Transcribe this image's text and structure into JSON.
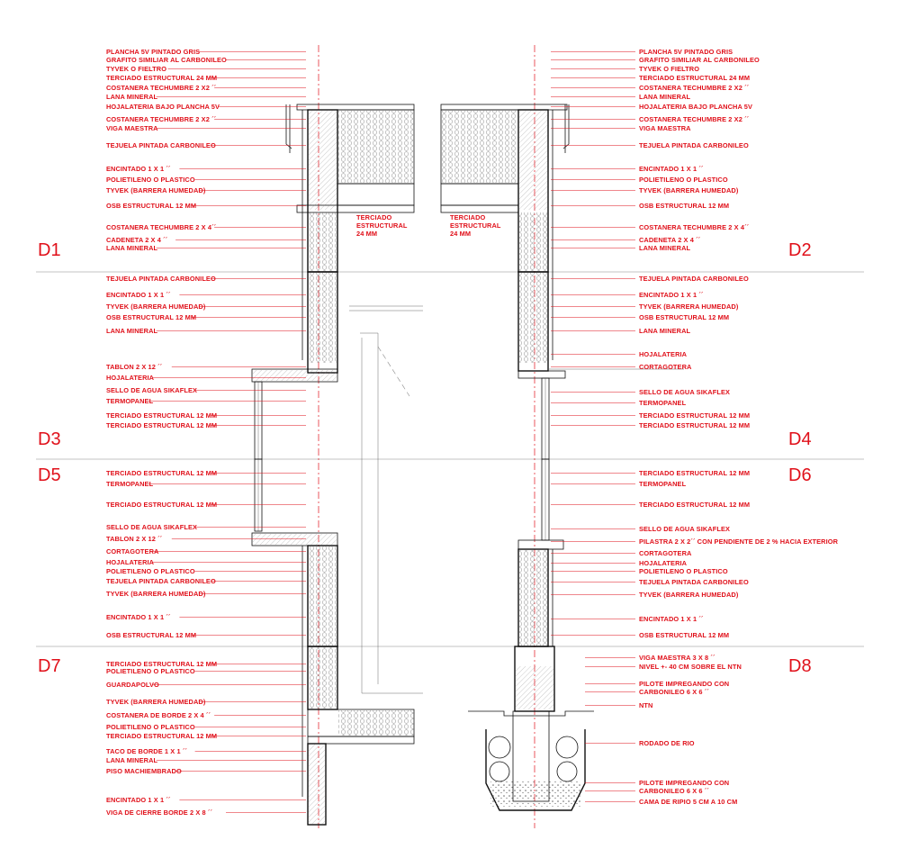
{
  "details": [
    {
      "tag": "D1",
      "side": "left",
      "labels": [
        "PLANCHA 5V PINTADO GRIS",
        "GRAFITO SIMILIAR AL CARBONILEO",
        "TYVEK O FIELTRO",
        "TERCIADO ESTRUCTURAL 24 MM",
        "COSTANERA TECHUMBRE 2 X2 ´´",
        "LANA MINERAL",
        "HOJALATERIA BAJO  PLANCHA 5V",
        "COSTANERA TECHUMBRE 2 X2 ´´",
        "VIGA MAESTRA",
        "TEJUELA PINTADA CARBONILEO",
        "ENCINTADO 1 X 1 ´´",
        "POLIETILENO O PLASTICO",
        "TYVEK (BARRERA HUMEDAD)",
        "OSB ESTRUCTURAL 12 MM",
        "COSTANERA TECHUMBRE 2 X 4´´",
        "CADENETA 2 X 4 ´´",
        "LANA MINERAL"
      ],
      "note": [
        "TERCIADO",
        "ESTRUCTURAL",
        "24 MM"
      ]
    },
    {
      "tag": "D2",
      "side": "right",
      "labels": [
        "PLANCHA 5V PINTADO GRIS",
        "GRAFITO SIMILIAR AL CARBONILEO",
        "TYVEK O FIELTRO",
        "TERCIADO ESTRUCTURAL 24 MM",
        "COSTANERA TECHUMBRE 2 X2 ´´",
        "LANA MINERAL",
        "HOJALATERIA BAJO  PLANCHA 5V",
        "COSTANERA TECHUMBRE 2 X2 ´´",
        "VIGA MAESTRA",
        "TEJUELA PINTADA CARBONILEO",
        "ENCINTADO 1 X 1 ´´",
        "POLIETILENO O PLASTICO",
        "TYVEK (BARRERA HUMEDAD)",
        "OSB ESTRUCTURAL 12 MM",
        "COSTANERA TECHUMBRE 2 X 4´´",
        "CADENETA 2 X 4 ´´",
        "LANA MINERAL"
      ],
      "note": [
        "TERCIADO",
        "ESTRUCTURAL",
        "24 MM"
      ]
    },
    {
      "tag": "D3",
      "side": "left",
      "labels": [
        "TEJUELA PINTADA CARBONILEO",
        "ENCINTADO 1 X 1 ´´",
        "TYVEK (BARRERA HUMEDAD)",
        "OSB ESTRUCTURAL 12 MM",
        "LANA MINERAL",
        "TABLON 2 X 12 ´´",
        "HOJALATERIA",
        "SELLO DE AGUA SIKAFLEX",
        "TERMOPANEL",
        "TERCIADO ESTRUCTURAL 12 MM",
        "TERCIADO ESTRUCTURAL 12 MM"
      ]
    },
    {
      "tag": "D4",
      "side": "right",
      "labels": [
        "TEJUELA PINTADA CARBONILEO",
        "ENCINTADO 1 X 1 ´´",
        "TYVEK (BARRERA HUMEDAD)",
        "OSB ESTRUCTURAL 12 MM",
        "LANA MINERAL",
        "HOJALATERIA",
        "CORTAGOTERA",
        "SELLO DE AGUA SIKAFLEX",
        "TERMOPANEL",
        "TERCIADO ESTRUCTURAL 12 MM",
        "TERCIADO ESTRUCTURAL 12 MM"
      ]
    },
    {
      "tag": "D5",
      "side": "left",
      "labels": [
        "TERCIADO ESTRUCTURAL 12 MM",
        "TERMOPANEL",
        "TERCIADO ESTRUCTURAL 12 MM",
        "SELLO DE AGUA SIKAFLEX",
        "TABLON 2 X 12 ´´",
        "CORTAGOTERA",
        "HOJALATERIA",
        "POLIETILENO O PLASTICO",
        "TEJUELA PINTADA CARBONILEO",
        "TYVEK (BARRERA HUMEDAD)",
        "ENCINTADO 1 X 1 ´´",
        "OSB ESTRUCTURAL 12 MM"
      ]
    },
    {
      "tag": "D6",
      "side": "right",
      "labels": [
        "TERCIADO ESTRUCTURAL 12 MM",
        "TERMOPANEL",
        "TERCIADO ESTRUCTURAL 12 MM",
        "SELLO DE AGUA SIKAFLEX",
        "PILASTRA 2 X 2´´ CON PENDIENTE DE 2 % HACIA EXTERIOR",
        "CORTAGOTERA",
        "HOJALATERIA",
        "POLIETILENO O PLASTICO",
        "TEJUELA PINTADA CARBONILEO",
        "TYVEK (BARRERA HUMEDAD)",
        "ENCINTADO 1 X 1 ´´",
        "OSB ESTRUCTURAL 12 MM"
      ]
    },
    {
      "tag": "D7",
      "side": "left",
      "labels": [
        "TERCIADO ESTRUCTURAL 12 MM",
        "POLIETILENO O PLASTICO",
        "GUARDAPOLVO",
        "TYVEK (BARRERA HUMEDAD)",
        "COSTANERA DE BORDE 2 X 4 ´´",
        "POLIETILENO O PLASTICO",
        "TERCIADO ESTRUCTURAL 12 MM",
        "TACO DE BORDE 1 X 1 ´´",
        "LANA MINERAL",
        "PISO MACHIEMBRADO",
        "ENCINTADO 1 X 1 ´´",
        "VIGA DE CIERRE BORDE  2 X 8 ´´"
      ]
    },
    {
      "tag": "D8",
      "side": "right",
      "labels": [
        "VIGA MAESTRA 3 X 8 ´´",
        "NIVEL +- 40 CM SOBRE EL NTN",
        "PILOTE IMPREGANDO CON",
        "CARBONILEO 6 X 6 ´´",
        "NTN",
        "RODADO DE RIO",
        "PILOTE IMPREGANDO CON",
        "CARBONILEO 6 X 6 ´´",
        "CAMA DE RIPIO 5 CM A 10 CM"
      ]
    }
  ]
}
